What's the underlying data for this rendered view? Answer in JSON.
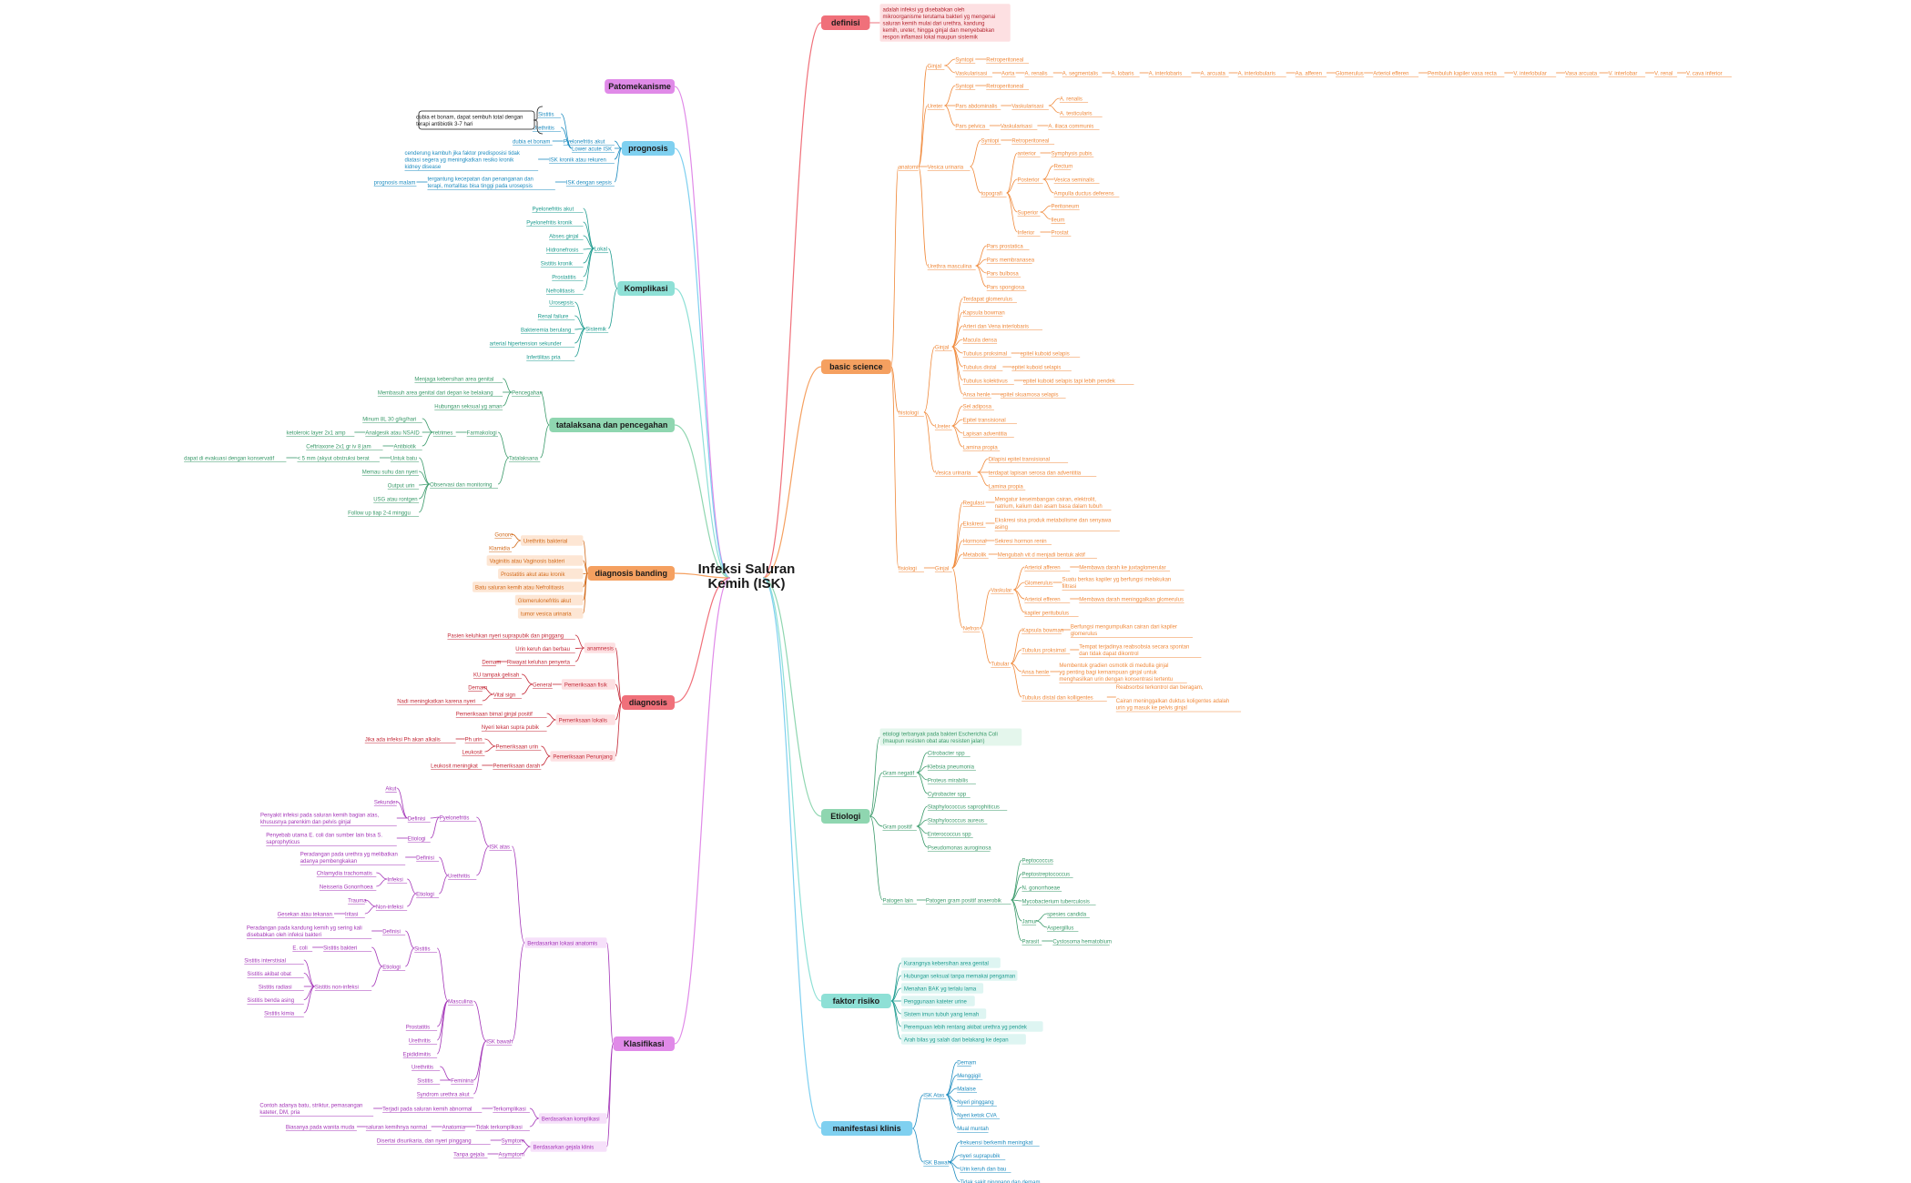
{
  "central": {
    "line1": "Infeksi Saluran",
    "line2": "Kemih (ISK)"
  },
  "colors": {
    "red": "#e8505b",
    "orange": "#f08a3c",
    "green": "#5cbf8f",
    "teal": "#3fc1b5",
    "blue": "#41b8e6",
    "purple": "#c45ad6",
    "sea": "#4caf8f"
  },
  "topics": {
    "definisi": {
      "label": "definisi",
      "desc": [
        "adalah infeksi yg disebabkan oleh",
        "mikroorganisme terutama bakteri yg mengenai",
        "saluran kemih mulai dari urethra, kandung",
        "kemih, ureter, hingga ginjal dan menyebabkan",
        "respon inflamasi lokal maupun sistemik"
      ]
    },
    "basic": {
      "label": "basic science",
      "anatomi": "anatomi",
      "histologi": "histologi",
      "fisiologi": "fisiologi",
      "ginjal": "Ginjal",
      "ureter": "Ureter",
      "vesica": "Vesica urinaria",
      "urethra": "Urethra masculina",
      "syntopi": "Syntopi",
      "retro": "Retroperitoneal",
      "vaskularisasi": "Vaskularisasi",
      "vask_chain": [
        "Aorta",
        "A. renalis",
        "A. segmentalis",
        "A. lobaris",
        "A. interlobaris",
        "A. arcuata",
        "A. interlobularis",
        "Aa. afferen",
        "Glomerulus",
        "Arteriol efferen",
        "Pembuluh kapiler vasa recta",
        "V. interlobular",
        "Vasa arcuata",
        "V. interlobar",
        "V. renal",
        "V. cava inferior"
      ],
      "pars_abd": "Pars abdominalis",
      "a_renalis": "A. renalis",
      "a_testicularis": "A. testicularis",
      "pars_pelvica": "Pars pelvica",
      "a_iliaca": "A. iliaca communis",
      "topografi": "topografi",
      "anterior": "anterior",
      "symph": "Symphysis pubis",
      "posterior": "Posterior",
      "rectum": "Rectum",
      "vesica_sem": "Vesica seminalis",
      "ampulla": "Ampulla ductus deferens",
      "superior": "Superior",
      "periton": "Peritoneum",
      "ileum": "Ileum",
      "inferior": "Inferior",
      "prostat": "Prostat",
      "urethra_parts": [
        "Pars prostatica",
        "Pars membranasea",
        "Pars bulbosa",
        "Pars spongiosa"
      ],
      "hist_ginjal": [
        "Terdapat glomerulus",
        "Kapsula bowman",
        "Arteri dan Vena interlobaris",
        "Macula densa"
      ],
      "hist_tub": [
        {
          "k": "Tubulus proksimal",
          "v": "epitel kuboid selapis"
        },
        {
          "k": "Tubulus distal",
          "v": "epitel kuboid selapis"
        },
        {
          "k": "Tubulus kolektivus",
          "v": "epitel kuboid selapis tapi lebih pendek"
        },
        {
          "k": "Ansa henle",
          "v": "epitel skuamosa selapis"
        }
      ],
      "hist_ureter": [
        "Sel adiposa",
        "Epitel transisional",
        "Lapisan adventitia",
        "Lamina propia"
      ],
      "hist_vesica": [
        "Dilapisi epitel transisional",
        "terdapat lapisan serosa dan adventitia",
        "Lamina propia"
      ],
      "regulasi": "Regulasi",
      "regulasi_v": [
        "Mengatur keseimbangan cairan, elektrolit,",
        "natrium, kalium dan asam basa dalam tubuh"
      ],
      "ekskresi": "Ekskresi",
      "ekskresi_v": [
        "Ekskresi sisa produk metabolisme dan senyawa",
        "asing"
      ],
      "hormonal": "Hormonal",
      "hormonal_v": "Sekresi hormon renin",
      "metabolik": "Metabolik",
      "metabolik_v": "Mengubah vit d menjadi bentuk aktif",
      "nefron": "Nefron",
      "vaskular": "Vaskular",
      "tubular": "Tubular",
      "vask_items": [
        {
          "k": "Arteriol afferen",
          "v": [
            "Membawa darah ke juxtaglomerular"
          ]
        },
        {
          "k": "Glomerulus",
          "v": [
            "Suatu berkas kapiler yg berfungsi melakukan",
            "filtrasi"
          ]
        },
        {
          "k": "Arteriol efferen",
          "v": [
            "Membawa darah meninggalkan glomerulus"
          ]
        },
        {
          "k": "kapiler peritubulus",
          "v": []
        }
      ],
      "tub_items": [
        {
          "k": "Kapsula bowman",
          "v": [
            "Berfungsi mengumpulkan  cairan dari kapiler",
            "glomerulus"
          ]
        },
        {
          "k": "Tubulus proksimal",
          "v": [
            "Tempat terjadinya reabsobsia secara spontan",
            "dan tidak dapat dikontrol"
          ]
        },
        {
          "k": "Ansa henle",
          "v": [
            "Membentuk gradien osmotik di medulla ginjal",
            "yg penting bagi kemampuan ginjal untuk",
            "menghasilkan urin dengan konsentrasi tertentu"
          ]
        },
        {
          "k": "Tubulus distal dan kolligentes",
          "v": [
            "Reabsorbsi terkontrol dan beragam,",
            "",
            "Cairan meninggalkan duktus koligentes adalah",
            "urin yg masuk ke pelvis ginjal"
          ]
        }
      ]
    },
    "etiologi": {
      "label": "Etiologi",
      "top": [
        "etiologi terbanyak pada bakteri Escherichia Coli",
        "(maupun resisten obat atau resisten jalan)"
      ],
      "gneg": "Gram negatif",
      "gneg_items": [
        "Citrobacter spp",
        "Klebsia pneumonia",
        "Proteus mirabilis",
        "Cytrobacter spp"
      ],
      "gpos": "Gram positif",
      "gpos_items": [
        "Staphylococcus saprophiticus",
        "Staphylococcus aureus",
        "Enterococcus spp",
        "Pseudomonas auroginosa"
      ],
      "lain": "Patogen lain",
      "anaerob": "Patogen gram positif anaerobik",
      "anaerob_items": [
        "Peptococcus",
        "Peptostreptococcus",
        "N. gonorrhoeae",
        "Mycobacterium tuberculosis"
      ],
      "jamur": "Jamur",
      "jamur_items": [
        "spesies candida",
        "Aspergillus"
      ],
      "parasit": "Parasit",
      "parasit_v": "Cystosoma hematobium"
    },
    "faktor": {
      "label": "faktor risiko",
      "items": [
        "Kurangnya kebersihan area genital",
        "Hubungan seksual tanpa memakai pengaman",
        "Menahan BAK yg terlalu lama",
        "Penggunaan kateter urine",
        "Sistem imun tubuh yang lemah",
        "Perempuan lebih rentang akibat urethra yg pendek",
        "Arah bilas yg salah dari belakang ke depan"
      ]
    },
    "manifest": {
      "label": "manifestasi klinis",
      "atas": "ISK Atas",
      "atas_items": [
        "Demam",
        "Menggigil",
        "Malaise",
        "Nyeri pinggang",
        "Nyeri ketok CVA",
        "Mual muntah"
      ],
      "bawah": "ISK Bawah",
      "bawah_items": [
        "frekuensi berkemih meningkat",
        "nyeri suprapubik",
        "Urin keruh dan bau",
        "Tidak sakit pinggang dan demam"
      ]
    },
    "patomekanisme": {
      "label": "Patomekanisme"
    },
    "prognosis": {
      "label": "prognosis",
      "box": [
        "dubia et bonam, dapat sembuh total dengan",
        "terapi antibiotik 3-7 hari"
      ],
      "lower": "Lower acute ISK",
      "lower_items": [
        "Sistitis",
        "Urethritis"
      ],
      "pyelo": "Pyelonefritis akut",
      "pyelo_v": "dubia et bonam",
      "kronik": "ISK kronik atau rekuren",
      "kronik_v": [
        "cenderung kambuh jika faktor predisposisi tidak",
        "diatasi segera yg meningkatkan resiko kronik",
        "kidney disease"
      ],
      "sepsis": "ISK dengan sepsis",
      "sepsis_v": [
        "tergantung kecepatan dan penanganan dan",
        "terapi, mortalitas bisa tinggi pada urosepsis"
      ],
      "sepsis_v2": "prognosis malam"
    },
    "komplikasi": {
      "label": "Komplikasi",
      "lokal": "Lokal",
      "lokal_items": [
        "Pyelonefritis akut",
        "Pyelonefritis kronik",
        "Abses ginjal",
        "Hidronefrosis",
        "Sistitis kronik",
        "Prostatitis",
        "Nefrolitiasis"
      ],
      "sistemik": "Sistemik",
      "sistemik_items": [
        "Urosepsis",
        "Renal failure",
        "Bakteremia berulang",
        "arterial hipertension sekunder",
        "Infertilitas pria"
      ]
    },
    "tatalaksana": {
      "label": "tatalaksana dan pencegahan",
      "pencegahan": "Pencegahan",
      "pencegahan_items": [
        "Menjaga kebersihan area genital",
        "Membasuh area genital dari depan ke belakang",
        "Hubungan seksual yg aman"
      ],
      "tata": "Tatalaksana",
      "farmako": "Farmakologi",
      "retrimes": "retrimes",
      "rows": [
        {
          "a": "Minum 8L 30 g/kg/hari",
          "b": ""
        },
        {
          "a": "Analgesik atau NSAID",
          "b": "ketoleroic layer 2x1 amp"
        },
        {
          "a": "Antibiotik",
          "b": "Ceftriaxone 2x1 gr iv 8 jam"
        }
      ],
      "observasi": "Observasi dan monitoring",
      "obs_items": [
        "Untuk batu",
        "Memau suhu dan nyeri",
        "Output urin",
        "USG atau rontgen",
        "Follow up tiap 2-4 minggu"
      ],
      "batu_v": "< 5 mm (akyut obstruksi berat",
      "batu_v2": "dapat di evakuasi dengan konservatif"
    },
    "diagnosis_banding": {
      "label": "diagnosis banding",
      "urethritis": "Urethritis bakterial",
      "ub_items": [
        "Gonore",
        "Klamidia"
      ],
      "items": [
        "Vaginitis atau Vaginosis bakteri",
        "Prostatitis akut atau kronik",
        "Batu saluran kemih atau Nefrolitiasis",
        "Glomerulonefritis akut",
        "tumor vesica urinaria"
      ]
    },
    "diagnosis": {
      "label": "diagnosis",
      "anamnesis": "anamnesis",
      "ana_items": [
        "Pasien keluhkan nyeri suprapubik dan pinggang",
        "Urin keruh dan berbau",
        "Riwayat keluhan penyerta"
      ],
      "demam": "Demam",
      "pf": "Pemeriksaan fisik",
      "umum": "General",
      "ku": "KU tampak gelisah",
      "vital": "Vital sign",
      "vital_items": [
        "Demam",
        "Nadi meningkatkan karena nyeri"
      ],
      "lokalis": "Pemeriksaan lokalis",
      "lok_items": [
        "Pemeriksaan bimal ginjal positif",
        "Nyeri tekan supra pubik"
      ],
      "penunjang": "Pemeriksaan Penunjang",
      "urin": "Pemeriksaan urin",
      "ph": "Ph urin",
      "ph_v": "Jika ada infeksi Ph akan alkalis",
      "leukosit": "Leukosit",
      "darah": "Pemeriksaan darah",
      "darah_v": "Leukosit meningkat"
    },
    "klasifikasi": {
      "label": "Klasifikasi",
      "anatomis": "Berdasarkan lokasi anatomis",
      "isk_atas": "ISK atas",
      "isk_bawah": "ISK bawah",
      "pyelo": "Pyelonefritis",
      "pyelo_tipe": [
        "Akut",
        "Sekunder"
      ],
      "definisi": "Definisi",
      "pyelo_def": [
        "Penyakit infeksi pada saluran kemih bagian atas,",
        "khususnya parenkim dan pelvis ginjal"
      ],
      "etiologi": "Etiologi",
      "pyelo_eti": [
        "Penyebab utama E. coli dan sumber lain bisa S.",
        "saprophyticus"
      ],
      "urethritis": "Urethritis",
      "ure_def": [
        "Peradangan pada urethra yg melibatkan",
        "adanya pembengkakan"
      ],
      "infeksi": "Infeksi",
      "infeksi_items": [
        "Chlamydia trachomatis",
        "Neisseria Gonorrhoea"
      ],
      "noninfeksi": "Non-infeksi",
      "trauma": "Trauma",
      "iritasi": "Iritasi",
      "iritasi_v": "Gesekan atau tekanan",
      "sistitis": "Sistitis",
      "sis_def": [
        "Peradangan pada kandung kemih yg sering kali",
        "disebabkan oleh infeksi bakteri"
      ],
      "sis_bak": "Sistitis  bakteri",
      "ecoli": "E. coli",
      "sis_nonbak": "Sistitis non-infeksi",
      "sis_nb_items": [
        "Sistitis interstisial",
        "Sistitis akibat obat",
        "Sistitis radiasi",
        "Sistitis benda asing",
        "Sistitis kimia"
      ],
      "masculina": "Masculina",
      "masc_items": [
        "Prostatitis",
        "Urethritis",
        "Epididimitis"
      ],
      "feminina": "Feminina",
      "fem_items": [
        "Urethritis",
        "Sistitis"
      ],
      "syndrom": "Syndrom urethra akut",
      "komplikasi": "Berdasarkan komplikasi",
      "komp": "Terkomplikasi",
      "komp_v": "Terjadi pada saluran kemih abnormal",
      "komp_ex": [
        "Contoh adanya batu, striktur, pemasangan",
        "kateter, DM, pria"
      ],
      "tidak": "Tidak terkomplikasi",
      "anatomia": "Anatomia",
      "anatomia_v": "saluran kemihnya normal",
      "anatomia_ex": "Biasanya pada wanita muda",
      "gejala": "Berdasarkan gejala klinis",
      "simptom": "Symptom",
      "simptom_v": "Disertai disurikaria, dan nyeri pinggang",
      "asimptom": "Asymptom",
      "asimptom_v": "Tanpa gejala"
    }
  }
}
